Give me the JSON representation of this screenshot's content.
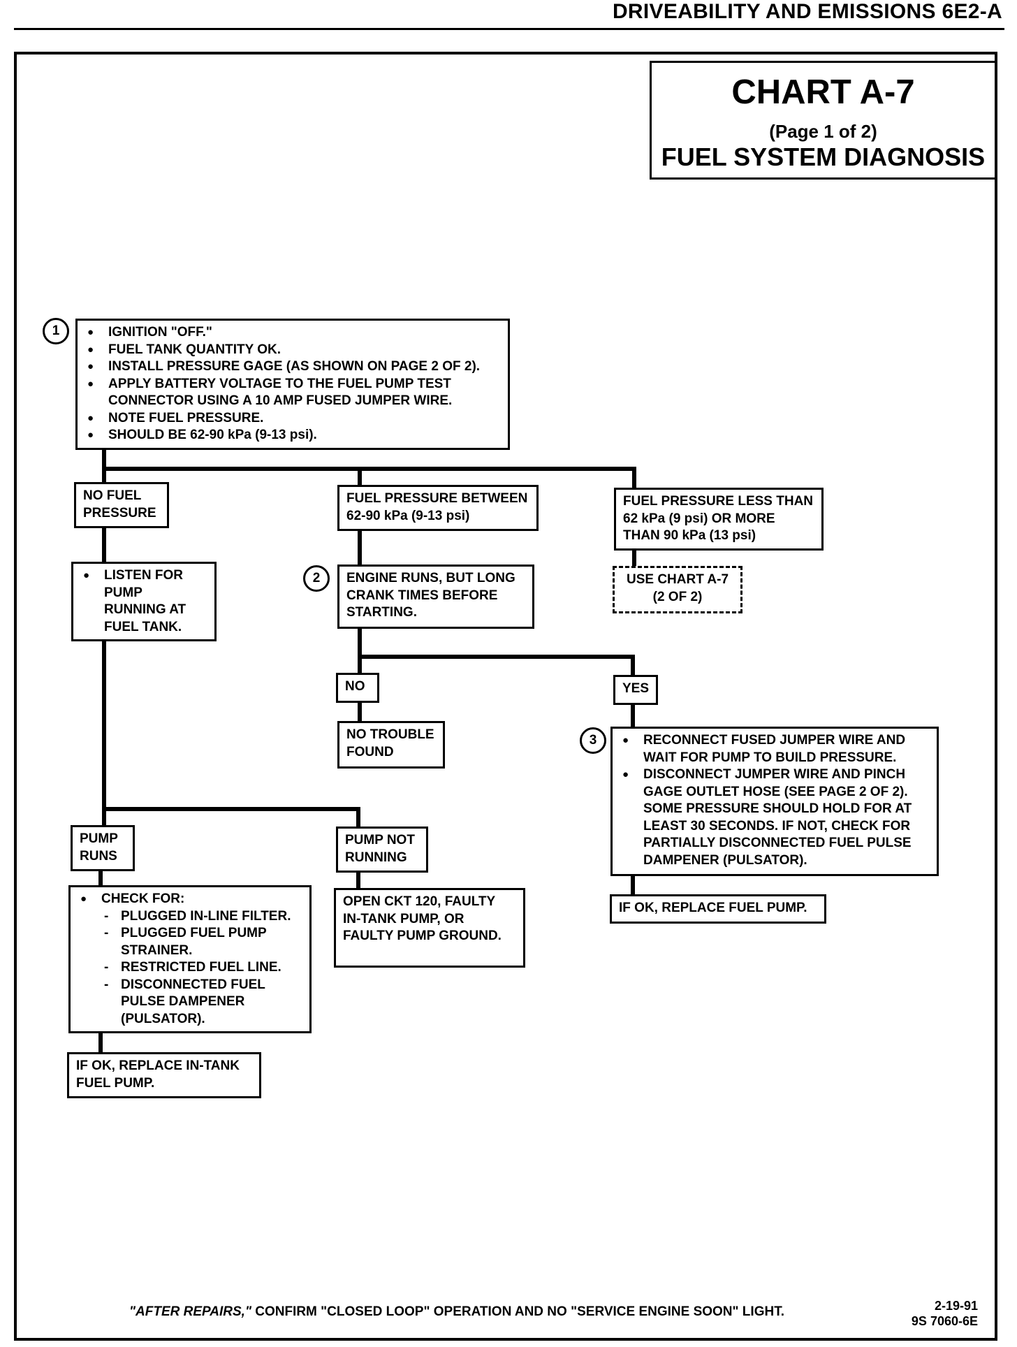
{
  "header": {
    "title": "DRIVEABILITY AND EMISSIONS  6E2-A"
  },
  "chart_title": {
    "main": "CHART A-7",
    "page": "(Page 1 of 2)",
    "subtitle": "FUEL SYSTEM DIAGNOSIS"
  },
  "steps": {
    "step1": {
      "number": "1",
      "items": [
        "IGNITION \"OFF.\"",
        "FUEL TANK QUANTITY OK.",
        "INSTALL PRESSURE GAGE  (AS SHOWN ON PAGE 2 OF 2).",
        "APPLY BATTERY VOLTAGE TO THE FUEL PUMP TEST CONNECTOR USING A 10 AMP FUSED JUMPER WIRE.",
        "NOTE FUEL PRESSURE.",
        "SHOULD BE 62-90 kPa (9-13 psi)."
      ]
    },
    "step2": {
      "number": "2",
      "text": "ENGINE RUNS, BUT LONG CRANK TIMES BEFORE STARTING."
    },
    "step3": {
      "number": "3",
      "items": [
        "RECONNECT FUSED JUMPER WIRE AND WAIT FOR PUMP TO BUILD PRESSURE.",
        "DISCONNECT JUMPER WIRE AND PINCH GAGE OUTLET HOSE (SEE PAGE 2 OF 2). SOME PRESSURE SHOULD HOLD FOR AT LEAST 30 SECONDS.  IF NOT, CHECK FOR PARTIALLY DISCONNECTED FUEL PULSE DAMPENER (PULSATOR)."
      ]
    }
  },
  "branches": {
    "no_fuel_pressure": "NO FUEL PRESSURE",
    "pressure_between": "FUEL PRESSURE BETWEEN 62-90 kPa (9-13 psi)",
    "pressure_out_of_range": "FUEL PRESSURE LESS THAN 62 kPa (9 psi) OR MORE THAN 90 kPa (13 psi)",
    "use_chart": "USE CHART A-7 (2 OF 2)",
    "listen_for_pump": "LISTEN FOR PUMP RUNNING AT FUEL TANK.",
    "no": "NO",
    "yes": "YES",
    "no_trouble_found": "NO TROUBLE FOUND",
    "replace_fuel_pump": "IF OK, REPLACE FUEL PUMP.",
    "pump_runs": "PUMP RUNS",
    "pump_not_running": "PUMP NOT RUNNING",
    "open_ckt": "OPEN CKT 120, FAULTY IN-TANK PUMP, OR FAULTY PUMP GROUND.",
    "check_for": {
      "heading": "CHECK FOR:",
      "items": [
        "PLUGGED IN-LINE FILTER.",
        "PLUGGED FUEL PUMP STRAINER.",
        "RESTRICTED FUEL LINE.",
        "DISCONNECTED FUEL PULSE DAMPENER (PULSATOR)."
      ]
    },
    "replace_in_tank": "IF OK, REPLACE IN-TANK FUEL PUMP."
  },
  "footer": {
    "note_italic": "\"AFTER REPAIRS,\"",
    "note_rest": " CONFIRM \"CLOSED LOOP\" OPERATION AND NO \"SERVICE ENGINE SOON\" LIGHT.",
    "date": "2-19-91",
    "code": "9S 7060-6E"
  }
}
